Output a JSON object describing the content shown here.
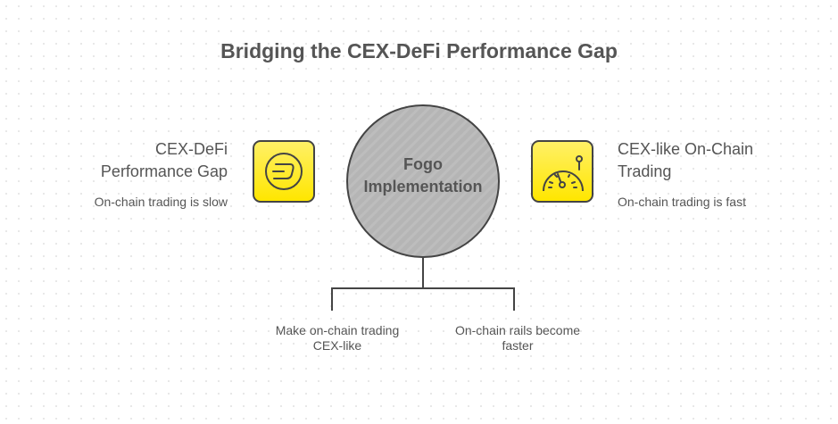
{
  "title": "Bridging the CEX-DeFi Performance Gap",
  "center": {
    "line1": "Fogo",
    "line2": "Implementation",
    "fill": "#b5b5b5"
  },
  "left": {
    "heading_line1": "CEX-DeFi",
    "heading_line2": "Performance Gap",
    "subtitle": "On-chain trading is slow",
    "icon": "dash-coin-icon"
  },
  "right": {
    "heading_line1": "CEX-like On-Chain",
    "heading_line2": "Trading",
    "subtitle": "On-chain trading is fast",
    "icon": "speedometer-icon"
  },
  "branches": [
    {
      "line1": "Make on-chain trading",
      "line2": "CEX-like"
    },
    {
      "line1": "On-chain rails become",
      "line2": "faster"
    }
  ],
  "colors": {
    "accent": "#ffe600",
    "text": "#555555",
    "stroke": "#444444"
  }
}
